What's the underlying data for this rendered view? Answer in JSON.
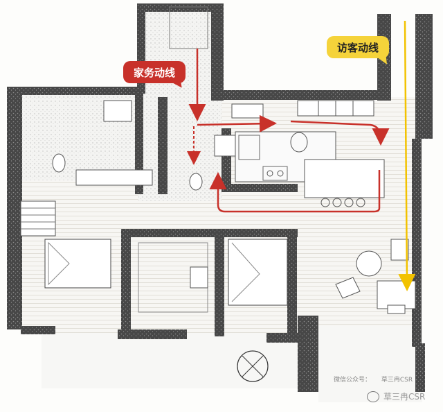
{
  "labels": {
    "housework_flow": "家务动线",
    "visitor_flow": "访客动线"
  },
  "watermark": {
    "line1": "微信公众号：",
    "line2": "草三冉CSR",
    "badge": "草三冉CSR"
  },
  "colors": {
    "wall": "#4a4a4a",
    "wall_speckle": "#d9d9d9",
    "housework_line": "#c8312a",
    "visitor_line": "#f2c200",
    "visitor_bubble": "#f5d33a",
    "housework_bubble": "#c8312a",
    "floor_wood": "#e9e7e2",
    "tile_dots": "#bdbdbd"
  },
  "icons": [
    "compass-icon",
    "wechat-icon"
  ]
}
